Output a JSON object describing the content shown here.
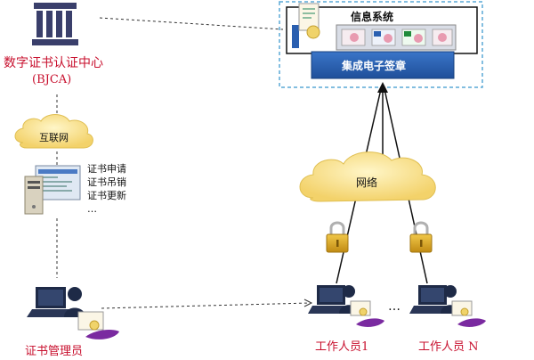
{
  "ca": {
    "name": "数字证书认证中心",
    "abbr": "(BJCA)"
  },
  "internet": {
    "label": "互联网"
  },
  "cert_services": [
    "证书申请",
    "证书吊销",
    "证书更新",
    "…"
  ],
  "system": {
    "title": "信息系统",
    "signature_bar": "集成电子签章"
  },
  "network": {
    "label": "网络"
  },
  "admin": {
    "label": "证书管理员"
  },
  "workers": [
    {
      "label": "工作人员1"
    },
    {
      "label": "工作人员 N"
    }
  ],
  "ellipsis": "…",
  "colors": {
    "accent_red": "#c8102e",
    "signature_bar": "#2a5fb0",
    "system_border": "#5aa9d6",
    "cloud_fill": "#f6dc7a",
    "lock_gold": "#d9a520"
  }
}
